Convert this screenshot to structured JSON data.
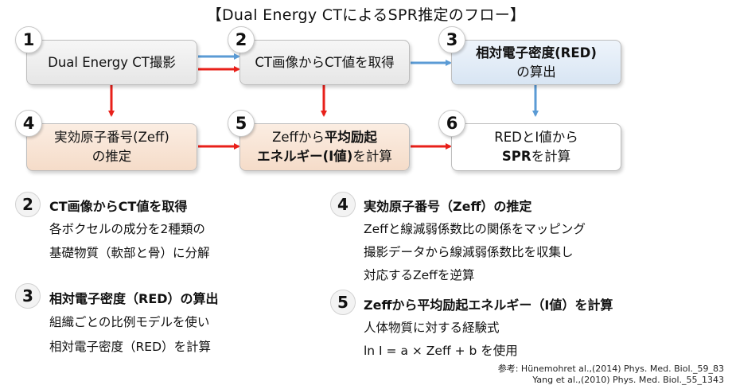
{
  "title": "【Dual Energy CTによるSPR推定のフロー】",
  "flow": {
    "n1": "1",
    "n2": "2",
    "n3": "3",
    "n4": "4",
    "n5": "5",
    "n6": "6",
    "b1": "Dual Energy CT撮影",
    "b2": "CT画像からCT値を取得",
    "b3_l1": "相対電子密度(RED)",
    "b3_l2": "の算出",
    "b4_l1": "実効原子番号(Zeff)",
    "b4_l2": "の推定",
    "b5_l1a": "Zeffから",
    "b5_l1b": "平均励起",
    "b5_l2a": "エネルギー(I値)",
    "b5_l2b": "を計算",
    "b6_l1": "REDとI値から",
    "b6_l2a": "SPR",
    "b6_l2b": "を計算"
  },
  "details": {
    "s2": {
      "num": "2",
      "head": "CT画像からCT値を取得",
      "lines": [
        "各ボクセルの成分を2種類の",
        "基礎物質（軟部と骨）に分解"
      ]
    },
    "s3": {
      "num": "3",
      "head": "相対電子密度（RED）の算出",
      "lines": [
        "組織ごとの比例モデルを使い",
        "相対電子密度（RED）を計算"
      ]
    },
    "s4": {
      "num": "4",
      "head": "実効原子番号（Zeff）の推定",
      "lines": [
        "Zeffと線減弱係数比の関係をマッピング",
        "撮影データから線減弱係数比を収集し",
        "対応するZeffを逆算"
      ]
    },
    "s5": {
      "num": "5",
      "head": "Zeffから平均励起エネルギー（I値）を計算",
      "lines": [
        "人体物質に対する経験式",
        "ln I = a × Zeff + b を使用"
      ]
    }
  },
  "references": [
    "参考: Hünemohret al.,(2014) Phys. Med. Biol._59_83",
    "Yang et al.,(2010) Phys. Med. Biol._55_1343"
  ],
  "colors": {
    "arrow_red": "#e8201a",
    "arrow_blue": "#5b9bd5",
    "box_gray": "#e6e6e6",
    "box_blue": "#d8e5f3",
    "box_peach": "#f5dcc9"
  }
}
